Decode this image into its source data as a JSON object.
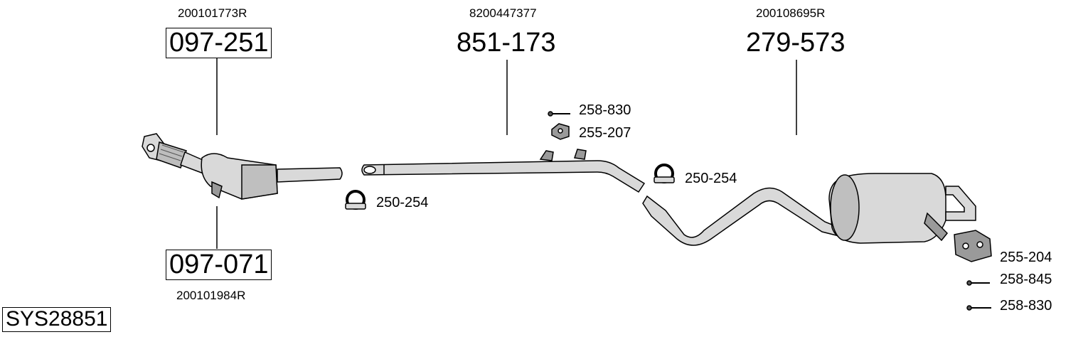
{
  "system_code": "SYS28851",
  "parts": {
    "cat_front": {
      "part_no": "097-251",
      "oe_no": "200101773R"
    },
    "cat_rear": {
      "part_no": "097-071",
      "oe_no": "200101984R"
    },
    "mid_pipe": {
      "part_no": "851-173",
      "oe_no": "8200447377"
    },
    "rear_box": {
      "part_no": "279-573",
      "oe_no": "200108695R"
    }
  },
  "accessories": {
    "clamp_left": "250-254",
    "bolt_top": "258-830",
    "rubber_top": "255-207",
    "clamp_right": "250-254",
    "rubber_rear": "255-204",
    "bolt_rear_1": "258-845",
    "bolt_rear_2": "258-830"
  },
  "colors": {
    "line": "#000000",
    "part_fill": "#d9d9d9",
    "part_dark": "#9a9a9a",
    "background": "#ffffff"
  }
}
